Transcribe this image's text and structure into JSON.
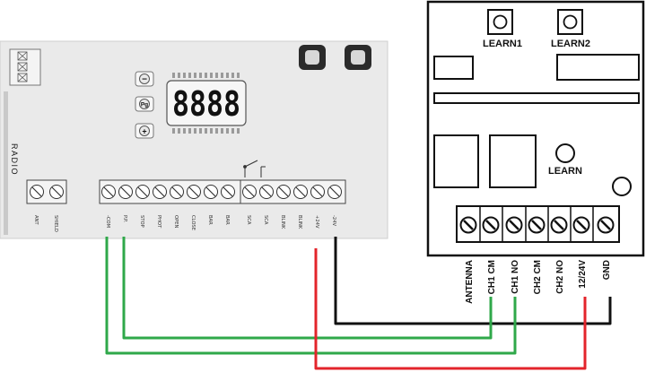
{
  "controller": {
    "display_text": "8888",
    "button_minus": "−",
    "button_pg": "Pg",
    "button_plus": "+",
    "radio_label": "RADIO",
    "terminals_left": [
      "ANT",
      "SHIELD"
    ],
    "terminals_right": [
      "-COM",
      "P.P.",
      "STOP",
      "PHOT",
      "OPEN",
      "CLOSE",
      "BAR",
      "BAR",
      "SCA",
      "SCA",
      "BLINK",
      "BLINK",
      "+24V",
      "-24V"
    ]
  },
  "receiver": {
    "learn1_label": "LEARN1",
    "learn2_label": "LEARN2",
    "learn_label": "LEARN",
    "terminals": [
      "ANTENNA",
      "CH1 CM",
      "CH1 NO",
      "CH2 CM",
      "CH2 NO",
      "12/24V",
      "GND"
    ]
  },
  "wire_colors": {
    "green": "#2fa84a",
    "red": "#e3242b",
    "black": "#111111"
  }
}
